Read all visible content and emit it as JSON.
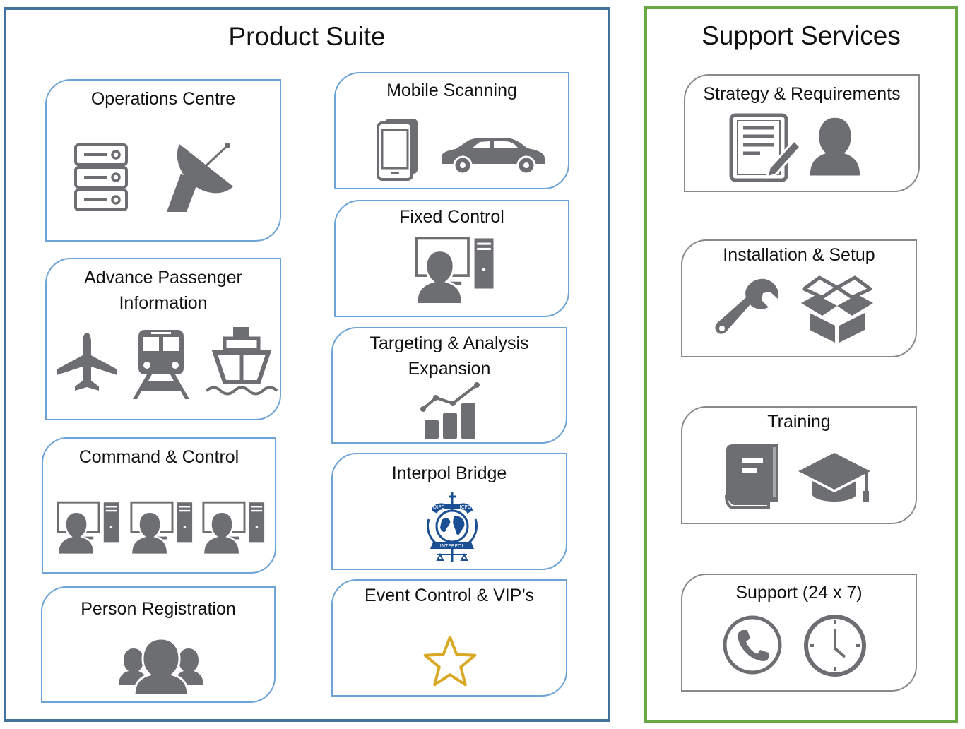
{
  "product_suite": {
    "title": "Product Suite",
    "cards": [
      {
        "id": "operations-centre",
        "title": "Operations Centre",
        "icons": [
          "server-rack-icon",
          "satellite-dish-icon"
        ]
      },
      {
        "id": "advance-passenger",
        "title": "Advance Passenger Information",
        "icons": [
          "airplane-icon",
          "train-icon",
          "ship-icon"
        ]
      },
      {
        "id": "command-control",
        "title": "Command & Control",
        "icons": [
          "workstation-icon",
          "workstation-icon",
          "workstation-icon"
        ]
      },
      {
        "id": "person-registration",
        "title": "Person Registration",
        "icons": [
          "people-group-icon"
        ]
      },
      {
        "id": "mobile-scanning",
        "title": "Mobile Scanning",
        "icons": [
          "smartphone-icon",
          "car-icon"
        ]
      },
      {
        "id": "fixed-control",
        "title": "Fixed Control",
        "icons": [
          "workstation-icon"
        ]
      },
      {
        "id": "targeting-analysis",
        "title": "Targeting & Analysis Expansion",
        "icons": [
          "bar-chart-trend-icon"
        ]
      },
      {
        "id": "interpol-bridge",
        "title": "Interpol Bridge",
        "icons": [
          "interpol-emblem-icon"
        ]
      },
      {
        "id": "event-control",
        "title": "Event Control & VIP’s",
        "icons": [
          "star-icon"
        ]
      }
    ]
  },
  "support_services": {
    "title": "Support Services",
    "cards": [
      {
        "id": "strategy-requirements",
        "title": "Strategy & Requirements",
        "icons": [
          "document-edit-icon",
          "person-icon"
        ]
      },
      {
        "id": "installation-setup",
        "title": "Installation & Setup",
        "icons": [
          "wrench-icon",
          "open-box-icon"
        ]
      },
      {
        "id": "training",
        "title": "Training",
        "icons": [
          "book-icon",
          "graduation-cap-icon"
        ]
      },
      {
        "id": "support",
        "title": "Support (24 x 7)",
        "icons": [
          "phone-icon",
          "clock-icon"
        ]
      }
    ]
  },
  "interpol_emblem": {
    "left_text": "OIPC",
    "right_text": "ICPO",
    "ribbon_text": "INTERPOL"
  },
  "colors": {
    "product_border": "#45719e",
    "support_border": "#6aa846",
    "card_blue": "#6ea3d5",
    "card_gray": "#8a8a8a",
    "icon_gray": "#6d6e71",
    "star_gold": "#d9a925",
    "interpol_blue": "#1b4f93"
  }
}
